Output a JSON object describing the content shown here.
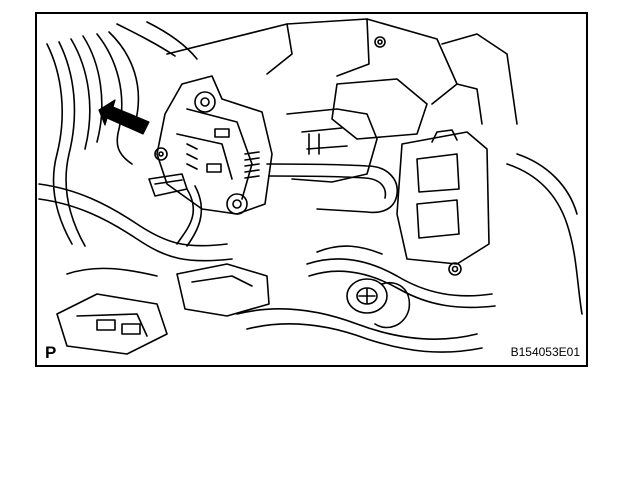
{
  "figure": {
    "corner_letter": "P",
    "figure_id": "B154053E01"
  },
  "illustration": {
    "arrow_icon": "removal-direction-arrow-icon",
    "components": [
      "switch-assembly",
      "connector",
      "wire-harness",
      "bracket-bolts",
      "steering-column"
    ]
  }
}
